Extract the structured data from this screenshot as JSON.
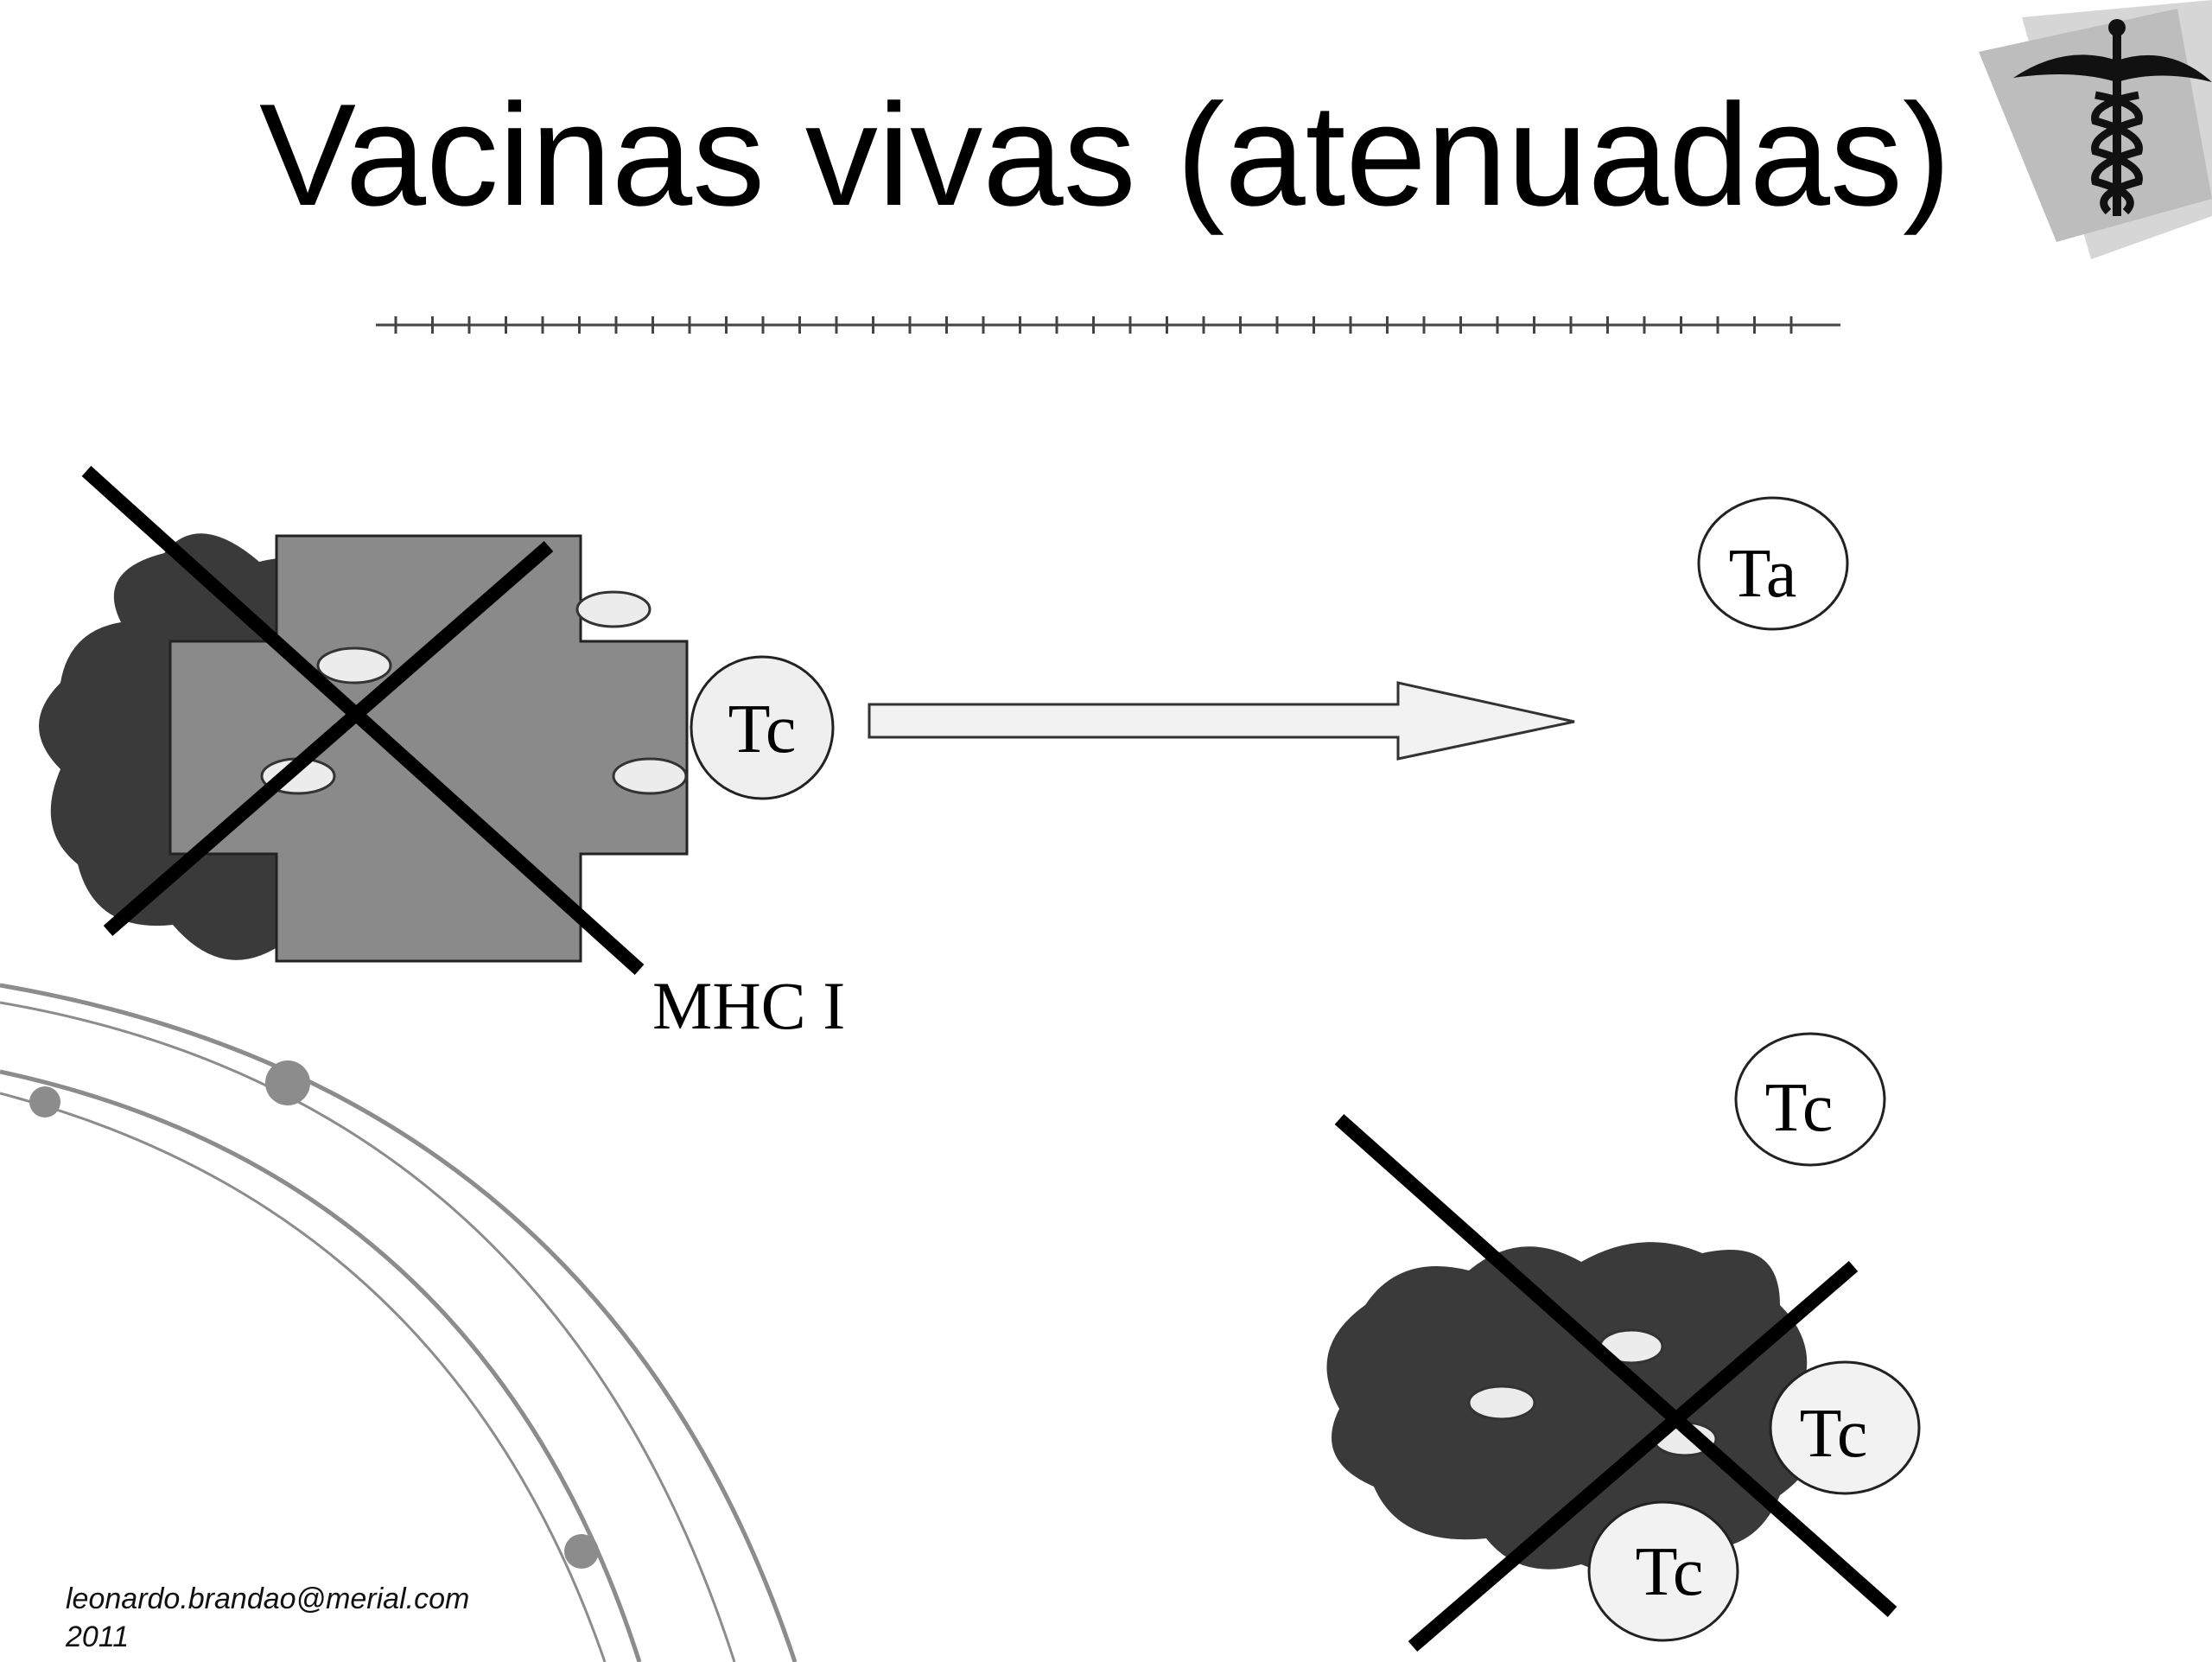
{
  "slide": {
    "title": "Vacinas vivas (atenuadas)",
    "footer_email": "leonardo.brandao@merial.com",
    "footer_year": "2011"
  },
  "diagram": {
    "cells": {
      "tc_top": "Tc",
      "ta": "Ta",
      "tc_right": "Tc",
      "tc_bottom_a": "Tc",
      "tc_bottom_b": "Tc"
    },
    "mhc_label": "MHC I"
  },
  "colors": {
    "cell_dark": "#3a3a3a",
    "apc_gray": "#8a8a8a",
    "cross": "#000000",
    "curve": "#8c8c8c"
  },
  "icons": [
    "caduceus-icon",
    "arrow-right-icon",
    "cross-mark-icon"
  ]
}
